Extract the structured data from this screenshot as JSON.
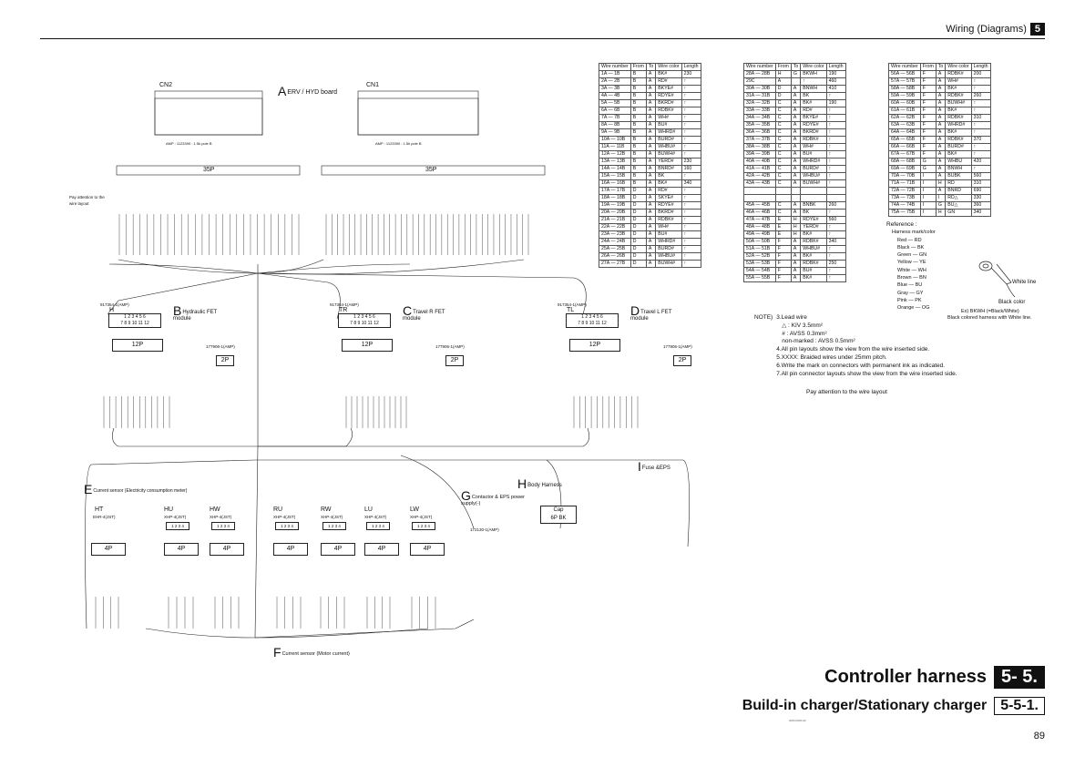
{
  "header": {
    "section": "Wiring (Diagrams)",
    "section_number": "5"
  },
  "page_number": "89",
  "title": {
    "main": "Controller harness",
    "main_num": "5- 5.",
    "sub": "Build-in charger/Stationary charger",
    "sub_num": "5-5-1."
  },
  "footer_code": "0000-0000-00",
  "wire_table": {
    "columns": [
      "Wire number",
      "From",
      "To",
      "Wire color",
      "Length"
    ],
    "groups": [
      [
        [
          "1A — 1B",
          "B",
          "A",
          "BK#",
          "230"
        ],
        [
          "2A — 2B",
          "B",
          "A",
          "RD#",
          "↑"
        ],
        [
          "3A — 3B",
          "B",
          "A",
          "BKYE#",
          "↑"
        ],
        [
          "4A — 4B",
          "B",
          "A",
          "RDYE#",
          "↑"
        ],
        [
          "5A — 5B",
          "B",
          "A",
          "BKRD#",
          "↑"
        ],
        [
          "6A — 6B",
          "B",
          "A",
          "RDBK#",
          "↑"
        ],
        [
          "7A — 7B",
          "B",
          "A",
          "WH#",
          "↑"
        ],
        [
          "8A — 8B",
          "B",
          "A",
          "BU#",
          "↑"
        ],
        [
          "9A — 9B",
          "B",
          "A",
          "WHRD#",
          "↑"
        ],
        [
          "10A — 10B",
          "B",
          "A",
          "BURD#",
          "↑"
        ],
        [
          "11A — 11B",
          "B",
          "A",
          "WHBU#",
          "↑"
        ],
        [
          "12A — 12B",
          "B",
          "A",
          "BUWH#",
          "↑"
        ],
        [
          "13A — 13B",
          "B",
          "A",
          "YERD#",
          "230"
        ],
        [
          "14A — 14B",
          "B",
          "A",
          "BNRD#",
          "160"
        ],
        [
          "15A — 15B",
          "B",
          "A",
          "BK",
          "↑"
        ],
        [
          "16A — 16B",
          "B",
          "A",
          "BK#",
          "340"
        ],
        [
          "17A — 17B",
          "D",
          "A",
          "RD#",
          "↑"
        ],
        [
          "18A — 18B",
          "D",
          "A",
          "SKYE#",
          "↑"
        ],
        [
          "19A — 19B",
          "D",
          "A",
          "RDYE#",
          "↑"
        ],
        [
          "20A — 20B",
          "D",
          "A",
          "BKRD#",
          "↑"
        ],
        [
          "21A — 21B",
          "D",
          "A",
          "RDBK#",
          "↑"
        ],
        [
          "22A — 22B",
          "D",
          "A",
          "WH#",
          "↑"
        ],
        [
          "23A — 23B",
          "D",
          "A",
          "BU#",
          "↑"
        ],
        [
          "24A — 24B",
          "D",
          "A",
          "WHRD#",
          "↑"
        ],
        [
          "25A — 25B",
          "D",
          "A",
          "BURD#",
          "↑"
        ],
        [
          "26A — 26B",
          "D",
          "A",
          "WHBU#",
          "↑"
        ],
        [
          "27A — 27B",
          "D",
          "A",
          "BUWH#",
          "↑"
        ]
      ],
      [
        [
          "28A — 28B",
          "H",
          "G",
          "BKWH",
          "190"
        ],
        [
          "29C",
          "A",
          "",
          "↑",
          "460"
        ],
        [
          "30A — 30B",
          "D",
          "A",
          "BNWH",
          "410"
        ],
        [
          "31A — 31B",
          "D",
          "A",
          "BK",
          "↑"
        ],
        [
          "32A — 32B",
          "C",
          "A",
          "BK#",
          "190"
        ],
        [
          "33A — 33B",
          "C",
          "A",
          "RD#",
          "↑"
        ],
        [
          "34A — 34B",
          "C",
          "A",
          "BKYE#",
          "↑"
        ],
        [
          "35A — 35B",
          "C",
          "A",
          "RDYE#",
          "↑"
        ],
        [
          "36A — 36B",
          "C",
          "A",
          "BKRD#",
          "↑"
        ],
        [
          "37A — 37B",
          "C",
          "A",
          "RDBK#",
          "↑"
        ],
        [
          "38A — 38B",
          "C",
          "A",
          "WH#",
          "↑"
        ],
        [
          "39A — 39B",
          "C",
          "A",
          "BU#",
          "↑"
        ],
        [
          "40A — 40B",
          "C",
          "A",
          "WHRD#",
          "↑"
        ],
        [
          "41A — 41B",
          "C",
          "A",
          "BURD#",
          "↑"
        ],
        [
          "42A — 42B",
          "C",
          "A",
          "WHBU#",
          "↑"
        ],
        [
          "43A — 43B",
          "C",
          "A",
          "BUWH#",
          "↑"
        ],
        [
          "",
          "",
          "",
          "",
          ""
        ],
        [
          "",
          "",
          "",
          "",
          ""
        ],
        [
          "45A — 45B",
          "C",
          "A",
          "BNBK",
          "260"
        ],
        [
          "46A — 46B",
          "C",
          "A",
          "BK",
          "↑"
        ],
        [
          "47A — 47B",
          "E",
          "H",
          "RDYE#",
          "560"
        ],
        [
          "48A — 48B",
          "E",
          "H",
          "YERD#",
          "↑"
        ],
        [
          "49A — 49B",
          "E",
          "H",
          "BK#",
          "↑"
        ],
        [
          "50A — 50B",
          "F",
          "A",
          "RDBK#",
          "340"
        ],
        [
          "51A — 51B",
          "F",
          "A",
          "WHBU#",
          "↑"
        ],
        [
          "52A — 52B",
          "F",
          "A",
          "BK#",
          "↑"
        ],
        [
          "53A — 53B",
          "F",
          "A",
          "RDBK#",
          "250"
        ],
        [
          "54A — 54B",
          "F",
          "A",
          "BU#",
          "↑"
        ],
        [
          "55A — 55B",
          "F",
          "A",
          "BK#",
          "↑"
        ]
      ],
      [
        [
          "56A — 56B",
          "F",
          "A",
          "RDBK#",
          "200"
        ],
        [
          "57A — 57B",
          "F",
          "A",
          "WH#",
          "↑"
        ],
        [
          "58A — 58B",
          "F",
          "A",
          "BK#",
          "↑"
        ],
        [
          "59A — 59B",
          "F",
          "A",
          "RDBK#",
          "260"
        ],
        [
          "60A — 60B",
          "F",
          "A",
          "BUWH#",
          "↑"
        ],
        [
          "61A — 61B",
          "F",
          "A",
          "BK#",
          "↑"
        ],
        [
          "62A — 62B",
          "F",
          "A",
          "RDBK#",
          "310"
        ],
        [
          "63A — 63B",
          "F",
          "A",
          "WHRD#",
          "↑"
        ],
        [
          "64A — 64B",
          "F",
          "A",
          "BK#",
          "↑"
        ],
        [
          "65A — 65B",
          "F",
          "A",
          "RDBK#",
          "370"
        ],
        [
          "66A — 66B",
          "F",
          "A",
          "BURD#",
          "↑"
        ],
        [
          "67A — 67B",
          "F",
          "A",
          "BK#",
          "↑"
        ],
        [
          "68A — 68B",
          "G",
          "A",
          "WHBU",
          "420"
        ],
        [
          "69A — 69B",
          "G",
          "A",
          "BNWH",
          "↑"
        ],
        [
          "70A — 70B",
          "I",
          "A",
          "BUBK",
          "560"
        ],
        [
          "71A — 71B",
          "I",
          "H",
          "RD",
          "310"
        ],
        [
          "72A — 72B",
          "I",
          "A",
          "BNRD",
          "690"
        ],
        [
          "73A — 73B",
          "I",
          "I",
          "RD△",
          "330"
        ],
        [
          "74A — 74B",
          "I",
          "G",
          "BU△",
          "360"
        ],
        [
          "75A — 75B",
          "I",
          "H",
          "GN",
          "340"
        ]
      ]
    ]
  },
  "reference": {
    "title": "Reference :",
    "subtitle": "Harness mark/color",
    "colors": [
      [
        "Red",
        "RD"
      ],
      [
        "Black",
        "BK"
      ],
      [
        "Green",
        "GN"
      ],
      [
        "Yellow",
        "YE"
      ],
      [
        "White",
        "WH"
      ],
      [
        "Brown",
        "BN"
      ],
      [
        "Blue",
        "BU"
      ],
      [
        "Gray",
        "GY"
      ],
      [
        "Pink",
        "PK"
      ],
      [
        "Orange",
        "OG"
      ]
    ],
    "white_line": "White line",
    "black_color": "Black color",
    "example": "Ex) BKWH (=Black/White)",
    "example2": "Black colored harness with White line."
  },
  "notes": {
    "label": "NOTE)",
    "lines": [
      "3.Lead wire",
      "△ : KIV 3.5mm²",
      "# : AVSS 0.3mm²",
      "non-marked : AVSS 0.5mm²",
      "4.All pin layouts show the view from the wire inserted side.",
      "5.XXXX: Braided wires under 25mm pitch.",
      "6.Write the mark on connectors with permanent ink as indicated.",
      "7.All pin connector layouts show the view from the wire inserted side."
    ],
    "pay": "Pay attention to the wire layout"
  },
  "connectors": {
    "A": {
      "letter": "A",
      "name": "ERV / HYD board",
      "cn2": "CN2",
      "cn1": "CN1",
      "p35_left": "35P",
      "p35_right": "35P",
      "amp_note": "AMP : 1123390 : 1.5k pole B",
      "pay": "Pay attention to the wire layout"
    },
    "B": {
      "letter": "B",
      "name": "Hydraulic FET module",
      "plug": "H",
      "part": "917354-1(AMP)",
      "p12": "12P",
      "p2": "2P",
      "part2": "177906-1(AMP)"
    },
    "C": {
      "letter": "C",
      "name": "Travel R FET module",
      "plug": "TR",
      "part": "917354-1(AMP)",
      "p12": "12P",
      "p2": "2P",
      "part2": "177906-1(AMP)"
    },
    "D": {
      "letter": "D",
      "name": "Travel L FET module",
      "plug": "TL",
      "part": "917354-1(AMP)",
      "p12": "12P",
      "p2": "2P",
      "part2": "177906-1(AMP)"
    },
    "E": {
      "letter": "E",
      "name": "Current sensor (Electricity consumption meter)",
      "plug": "HT",
      "part": "EHR-4(JST)",
      "p4": "4P"
    },
    "F": {
      "letter": "F",
      "name": "Current sensor (Motor current)"
    },
    "G": {
      "letter": "G",
      "name": "Contactor & EPS power supply(-)",
      "part": "172130-1(AMP)"
    },
    "H": {
      "letter": "H",
      "name": "Body Harness",
      "cap": "Cap",
      "cap2": "6P BK"
    },
    "I": {
      "letter": "I",
      "name": "Fuse &EPS"
    }
  },
  "sensors": [
    {
      "name": "HU",
      "part": "XHP-4(JST)",
      "p": "4P"
    },
    {
      "name": "HW",
      "part": "XHP-4(JST)",
      "p": "4P"
    },
    {
      "name": "RU",
      "part": "XHP-4(JST)",
      "p": "4P"
    },
    {
      "name": "RW",
      "part": "XHP-4(JST)",
      "p": "4P"
    },
    {
      "name": "LU",
      "part": "XHP-4(JST)",
      "p": "4P"
    },
    {
      "name": "LW",
      "part": "XHP-4(JST)",
      "p": "4P"
    }
  ]
}
